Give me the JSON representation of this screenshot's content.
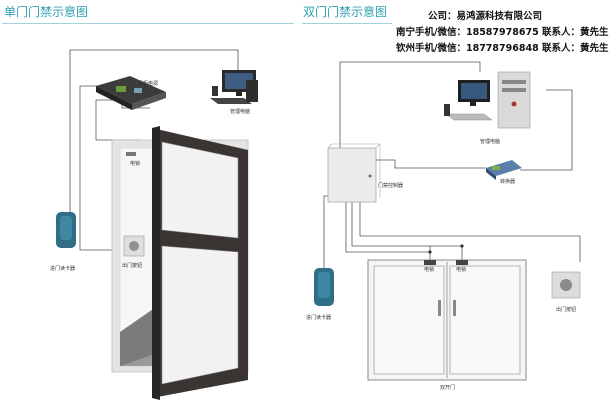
{
  "titles": {
    "single": "单门门禁示意图",
    "double": "双门门禁示意图"
  },
  "company": {
    "line1": "公司：易鸿源科技有限公司",
    "line2": "南宁手机/微信：18587978675 联系人：黄先生",
    "line3": "钦州手机/微信：18778796848 联系人：黄先生"
  },
  "labels": {
    "single_controller": "机柜电源",
    "single_computer": "管理电脑",
    "single_lock": "电锁",
    "single_reader": "进门读卡器",
    "single_button": "出门按钮",
    "double_computer": "管理电脑",
    "double_controller": "门禁控制器",
    "double_converter": "转换器",
    "double_lock_left": "电锁",
    "double_lock_right": "电锁",
    "double_reader": "进门读卡器",
    "double_button": "出门按钮",
    "double_door": "双开门"
  },
  "colors": {
    "title": "#2f9fb4",
    "divider": "#9fd3dd",
    "wire": "#555555",
    "frame_dark": "#3a3532",
    "frame_light": "#e8e8e8",
    "reader": "#2f6e86",
    "glass": "#f4f4f4"
  }
}
